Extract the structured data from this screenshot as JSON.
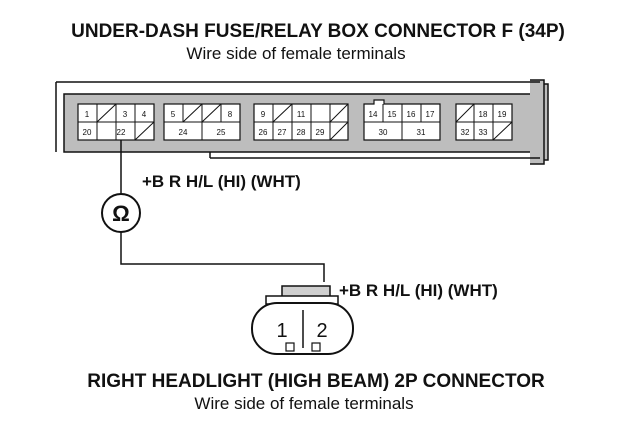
{
  "top_connector": {
    "title": "UNDER-DASH FUSE/RELAY BOX CONNECTOR F (34P)",
    "subtitle": "Wire side of female terminals",
    "pins": [
      "1",
      "3",
      "4",
      "20",
      "22",
      "5",
      "8",
      "24",
      "25",
      "9",
      "11",
      "26",
      "27",
      "28",
      "29",
      "14",
      "15",
      "16",
      "17",
      "30",
      "31",
      "18",
      "19",
      "32",
      "33"
    ]
  },
  "wire_label_upper": "+B R H/L (HI) (WHT)",
  "wire_label_lower": "+B R H/L (HI) (WHT)",
  "meter_symbol": "Ω",
  "bottom_connector": {
    "title": "RIGHT HEADLIGHT (HIGH BEAM) 2P CONNECTOR",
    "subtitle": "Wire side of female terminals",
    "pins": [
      "1",
      "2"
    ]
  }
}
